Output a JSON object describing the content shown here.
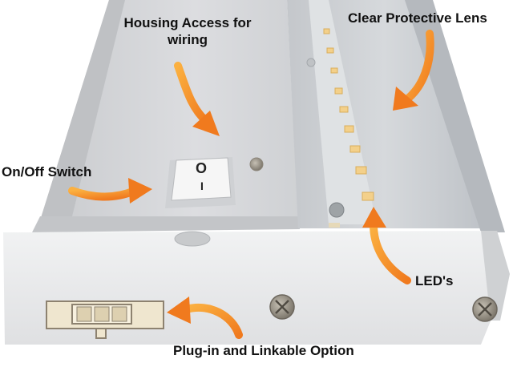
{
  "labels": {
    "housing_access": "Housing Access for wiring",
    "clear_lens": "Clear Protective Lens",
    "on_off_switch": "On/Off Switch",
    "leds": "LED's",
    "plug_in": "Plug-in and Linkable Option"
  },
  "switch": {
    "on_symbol": "O",
    "off_symbol": "I"
  },
  "colors": {
    "arrow_orange": "#F07A1E",
    "arrow_yellow": "#FBB040",
    "housing_gray": "#D6D7D9",
    "faceplate_white": "#EAEBEC",
    "led_yellow": "#F3D08A"
  }
}
